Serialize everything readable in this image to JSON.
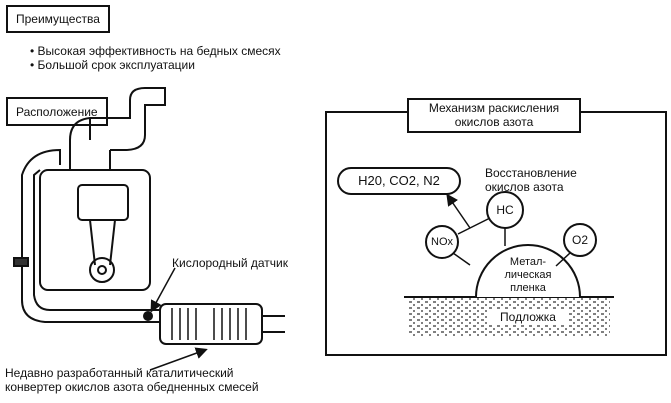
{
  "advantages": {
    "title": "Преимущества",
    "items": [
      "Высокая эффективность на бедных смесях",
      "Большой срок эксплуатации"
    ]
  },
  "location": {
    "title": "Расположение",
    "sensor_label": "Кислородный датчик",
    "converter_caption": [
      "Недавно разработанный каталитический",
      "конвертер окислов азота обедненных смесей"
    ]
  },
  "mechanism": {
    "title": [
      "Механизм раскисления",
      "окислов азота"
    ],
    "products": "H20, CO2, N2",
    "reduction_label": [
      "Восстановление",
      "окислов азота"
    ],
    "hc": "HC",
    "nox": "NOx",
    "o2": "O2",
    "metal_film": [
      "Метал-",
      "лическая",
      "пленка"
    ],
    "substrate": "Подложка"
  }
}
